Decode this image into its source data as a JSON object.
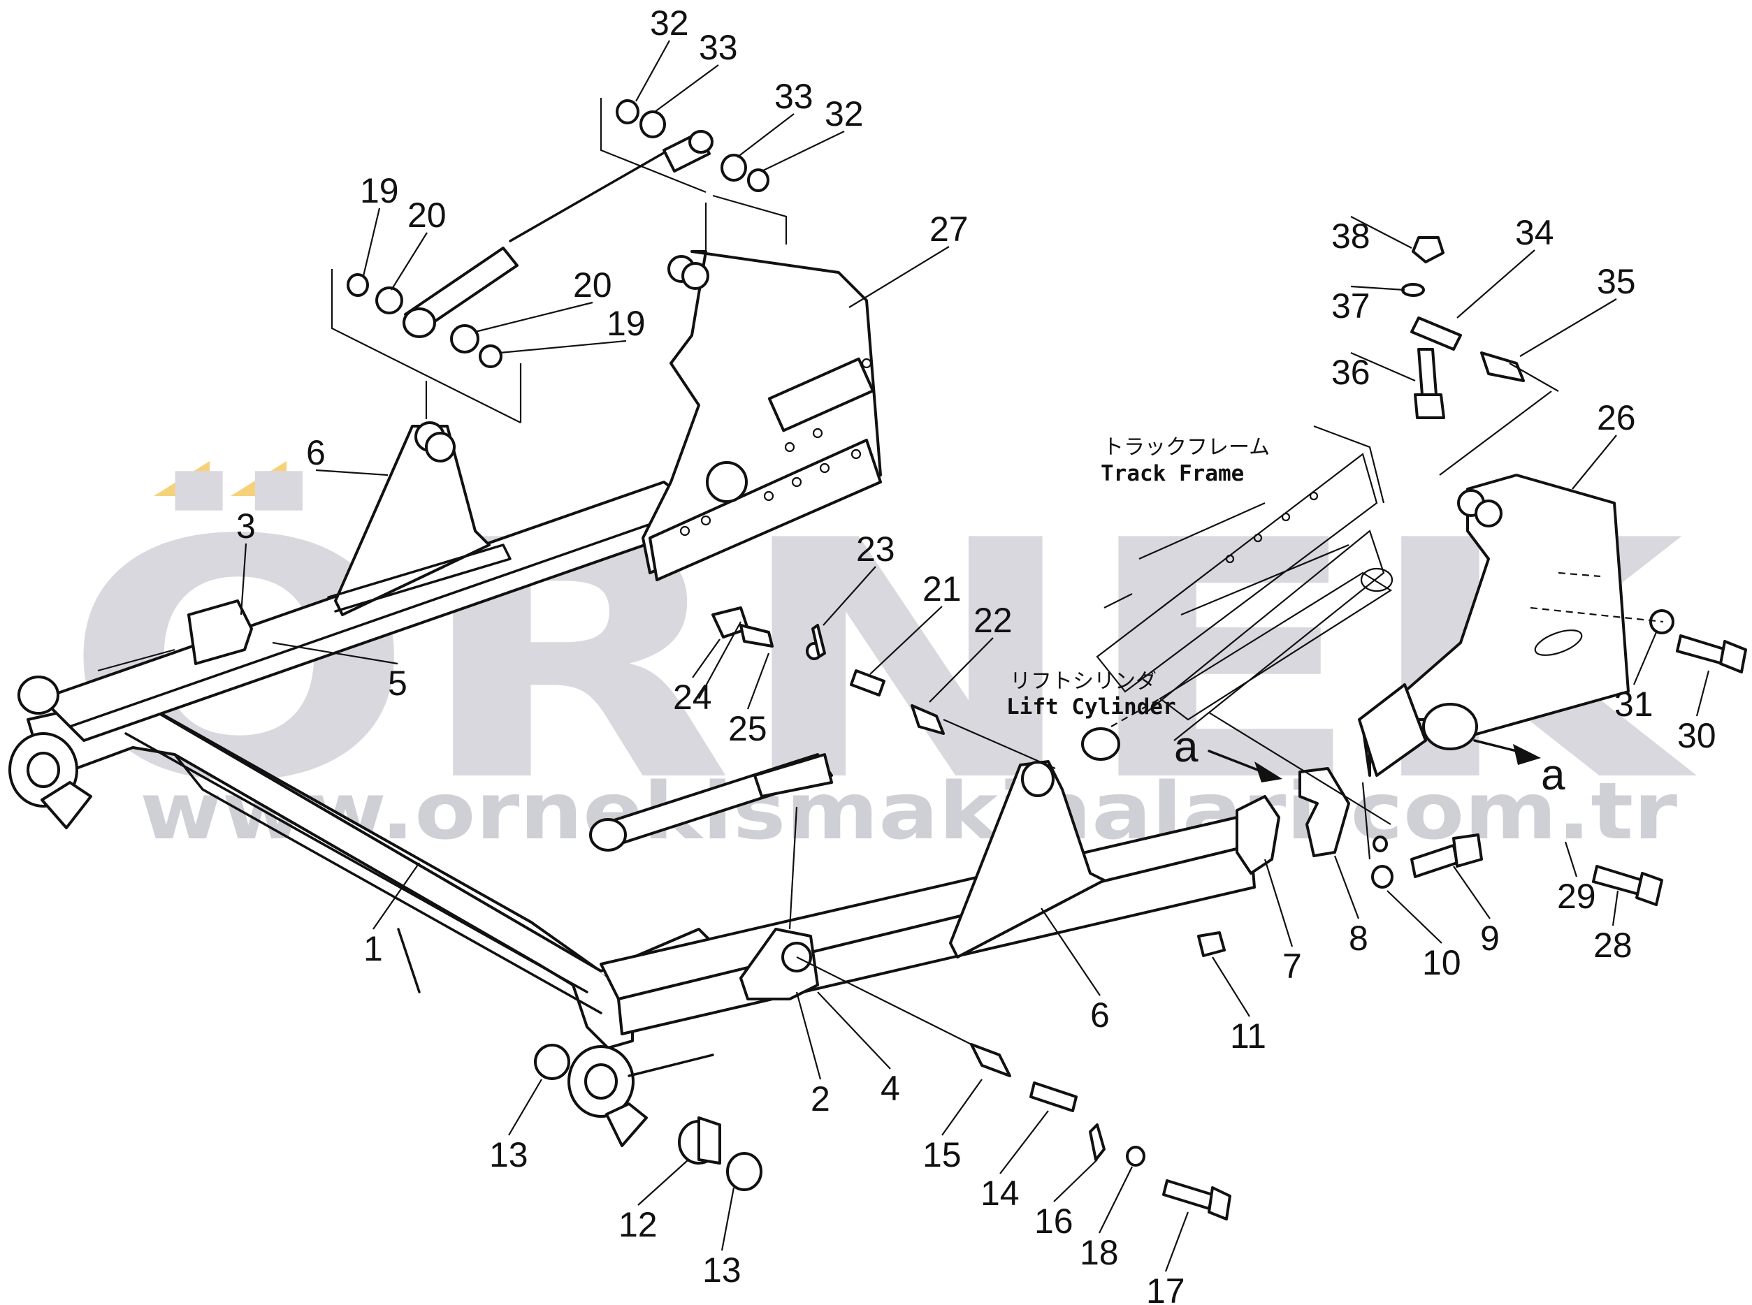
{
  "watermark": {
    "brand": "ÖRNEK",
    "url": "www.orneki̇smakinalari.com.tr",
    "brand_color": "#d8d8de",
    "accent_color": "#f5d27a"
  },
  "annotations": {
    "track_frame_jp": "トラックフレーム",
    "track_frame_en": "Track Frame",
    "lift_cylinder_jp": "リフトシリンダ",
    "lift_cylinder_en": "Lift Cylinder",
    "view_a_left": "a",
    "view_a_right": "a"
  },
  "callouts": [
    {
      "n": "1"
    },
    {
      "n": "2"
    },
    {
      "n": "3"
    },
    {
      "n": "4"
    },
    {
      "n": "5"
    },
    {
      "n": "6"
    },
    {
      "n": "6"
    },
    {
      "n": "7"
    },
    {
      "n": "8"
    },
    {
      "n": "9"
    },
    {
      "n": "10"
    },
    {
      "n": "11"
    },
    {
      "n": "12"
    },
    {
      "n": "13"
    },
    {
      "n": "13"
    },
    {
      "n": "14"
    },
    {
      "n": "15"
    },
    {
      "n": "16"
    },
    {
      "n": "17"
    },
    {
      "n": "18"
    },
    {
      "n": "19"
    },
    {
      "n": "19"
    },
    {
      "n": "20"
    },
    {
      "n": "20"
    },
    {
      "n": "21"
    },
    {
      "n": "22"
    },
    {
      "n": "23"
    },
    {
      "n": "24"
    },
    {
      "n": "25"
    },
    {
      "n": "26"
    },
    {
      "n": "27"
    },
    {
      "n": "28"
    },
    {
      "n": "29"
    },
    {
      "n": "30"
    },
    {
      "n": "31"
    },
    {
      "n": "32"
    },
    {
      "n": "32"
    },
    {
      "n": "33"
    },
    {
      "n": "33"
    },
    {
      "n": "34"
    },
    {
      "n": "35"
    },
    {
      "n": "36"
    },
    {
      "n": "37"
    },
    {
      "n": "38"
    }
  ]
}
